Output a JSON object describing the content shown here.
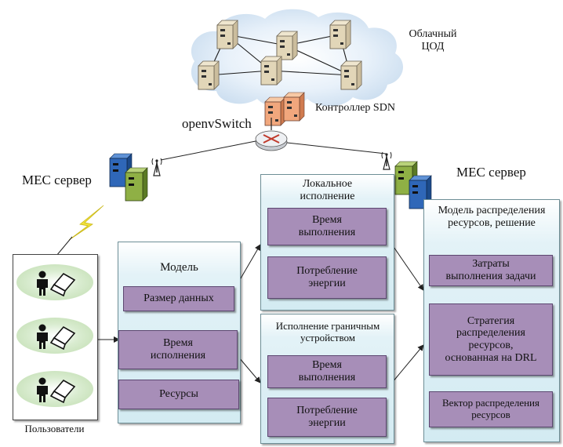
{
  "cloud": {
    "label_line1": "Облачный",
    "label_line2": "ЦОД"
  },
  "controller": {
    "label": "Контроллер SDN"
  },
  "switch": {
    "label": "openvSwitch"
  },
  "mec_left": {
    "label": "МЕС сервер"
  },
  "mec_right": {
    "label": "МЕС сервер"
  },
  "users": {
    "label": "Пользователи"
  },
  "model": {
    "title": "Модель",
    "items": [
      "Размер данных",
      "Время исполнения",
      "Ресурсы"
    ]
  },
  "local": {
    "title": "Локальное исполнение",
    "items": [
      "Время выполнения",
      "Потребление энергии"
    ]
  },
  "edge": {
    "title": "Исполнение граничным устройством",
    "items": [
      "Время выполнения",
      "Потребление энергии"
    ]
  },
  "allocation": {
    "title": "Модель распределения ресурсов, решение",
    "items": [
      "Затраты выполнения задачи",
      "Стратегия распределения ресурсов, основанная на DRL",
      "Вектор распределения ресурсов"
    ]
  },
  "colors": {
    "panel_fill": "#d3ebf2",
    "box_fill": "#a78eb8",
    "cloud_fill": "#d5e7f5",
    "server_beige": "#e6dcc3",
    "server_orange": "#f1b18a",
    "server_blue": "#2f67b8",
    "server_green": "#8fb045"
  }
}
